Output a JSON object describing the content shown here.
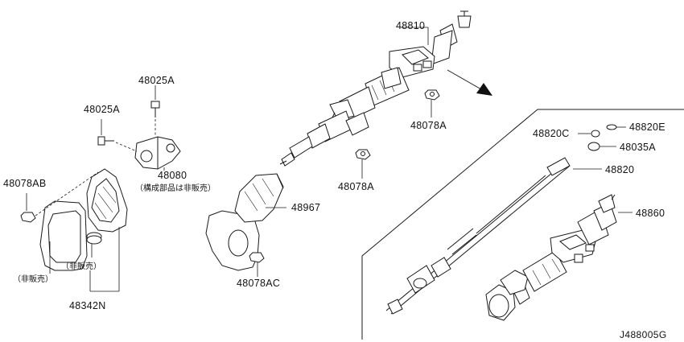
{
  "labels": {
    "p48810": "48810",
    "p48025a_top": "48025A",
    "p48025a_left": "48025A",
    "p48078a_right": "48078A",
    "p48078a_mid": "48078A",
    "p48078ab": "48078AB",
    "p48080": "48080",
    "p48080_note": "（構成部品は非販売）",
    "p48967": "48967",
    "p48078ac": "48078AC",
    "p48342n": "48342N",
    "not_sold_left": "（非販売）",
    "not_sold_mid": "（非販売）",
    "p48820c": "48820C",
    "p48820e": "48820E",
    "p48035a": "48035A",
    "p48820": "48820",
    "p48860": "48860"
  },
  "diagram_code": "J488005G"
}
